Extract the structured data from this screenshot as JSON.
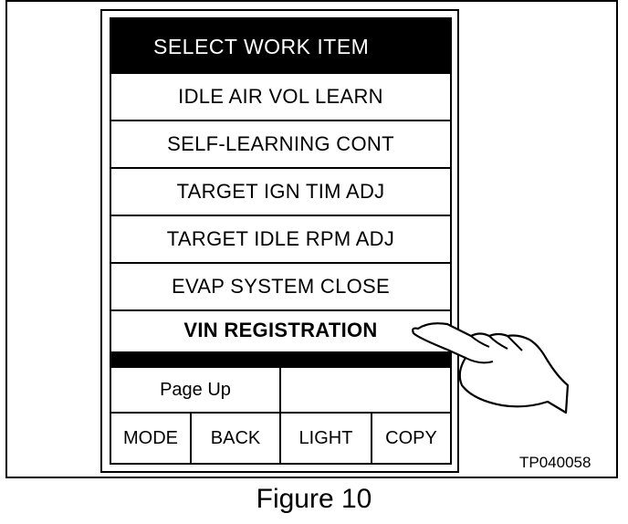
{
  "screen": {
    "header": "SELECT WORK ITEM",
    "items": [
      "IDLE AIR VOL LEARN",
      "SELF-LEARNING CONT",
      "TARGET IGN TIM ADJ",
      "TARGET IDLE RPM ADJ",
      "EVAP SYSTEM CLOSE",
      "VIN REGISTRATION"
    ],
    "page_up": "Page Up",
    "bottom_buttons": [
      "MODE",
      "BACK",
      "LIGHT",
      "COPY"
    ]
  },
  "figure": {
    "code": "TP040058",
    "caption": "Figure 10"
  },
  "icons": {
    "pointer": "pointing-hand-icon"
  }
}
